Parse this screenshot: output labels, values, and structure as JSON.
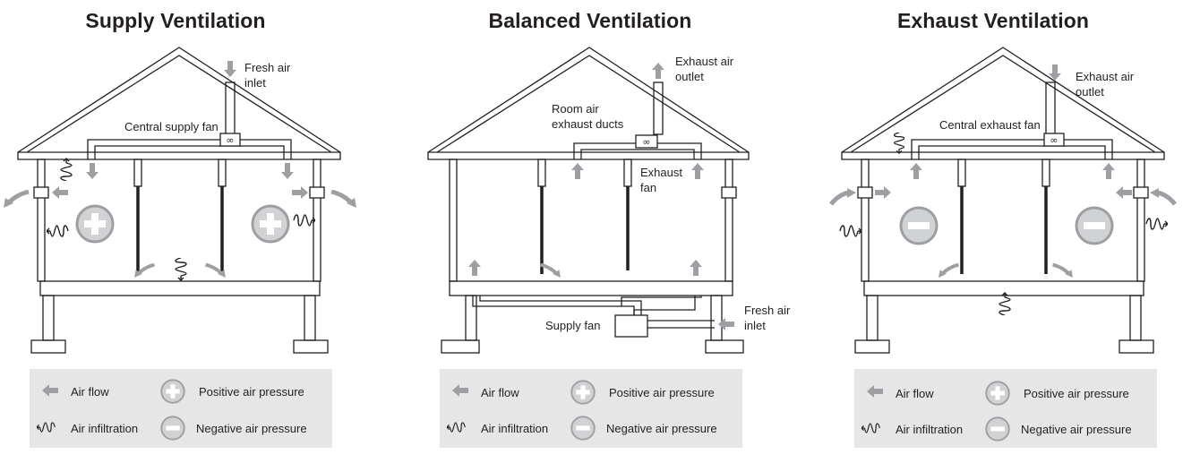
{
  "panels": [
    {
      "title": "Supply Ventilation",
      "labels": {
        "inlet_line1": "Fresh air",
        "inlet_line2": "inlet",
        "fan": "Central supply fan"
      }
    },
    {
      "title": "Balanced Ventilation",
      "labels": {
        "outlet_line1": "Exhaust air",
        "outlet_line2": "outlet",
        "ducts_line1": "Room air",
        "ducts_line2": "exhaust ducts",
        "fan_line1": "Exhaust",
        "fan_line2": "fan",
        "supply_fan": "Supply fan",
        "inlet_line1": "Fresh air",
        "inlet_line2": "inlet"
      }
    },
    {
      "title": "Exhaust Ventilation",
      "labels": {
        "outlet_line1": "Exhaust air",
        "outlet_line2": "outlet",
        "fan": "Central exhaust fan"
      }
    }
  ],
  "legend": {
    "air_flow": "Air flow",
    "air_infiltration": "Air infiltration",
    "positive_pressure": "Positive air pressure",
    "negative_pressure": "Negative air pressure"
  },
  "colors": {
    "arrow": "#9d9fa2",
    "line": "#231f20",
    "legend_bg": "#e6e6e7"
  },
  "icons": {
    "fan_symbol": "∞"
  }
}
